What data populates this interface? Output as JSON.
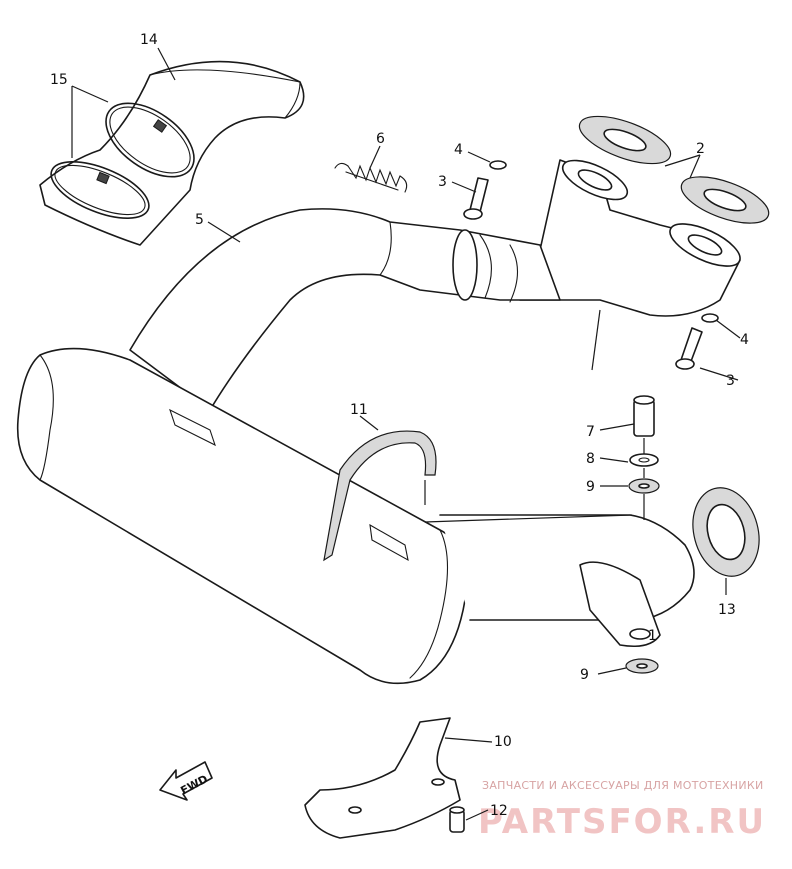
{
  "callouts": {
    "c1": "1",
    "c2": "2",
    "c3a": "3",
    "c3b": "3",
    "c4a": "4",
    "c4b": "4",
    "c5": "5",
    "c6": "6",
    "c7": "7",
    "c8": "8",
    "c9a": "9",
    "c9b": "9",
    "c10": "10",
    "c11": "11",
    "c12": "12",
    "c13": "13",
    "c14": "14",
    "c15": "15"
  },
  "direction_marker": "FWD",
  "watermark": {
    "tagline": "ЗАПЧАСТИ И АКСЕССУАРЫ ДЛЯ МОТОТЕХНИКИ",
    "brand": "PARTSFOR.RU"
  }
}
